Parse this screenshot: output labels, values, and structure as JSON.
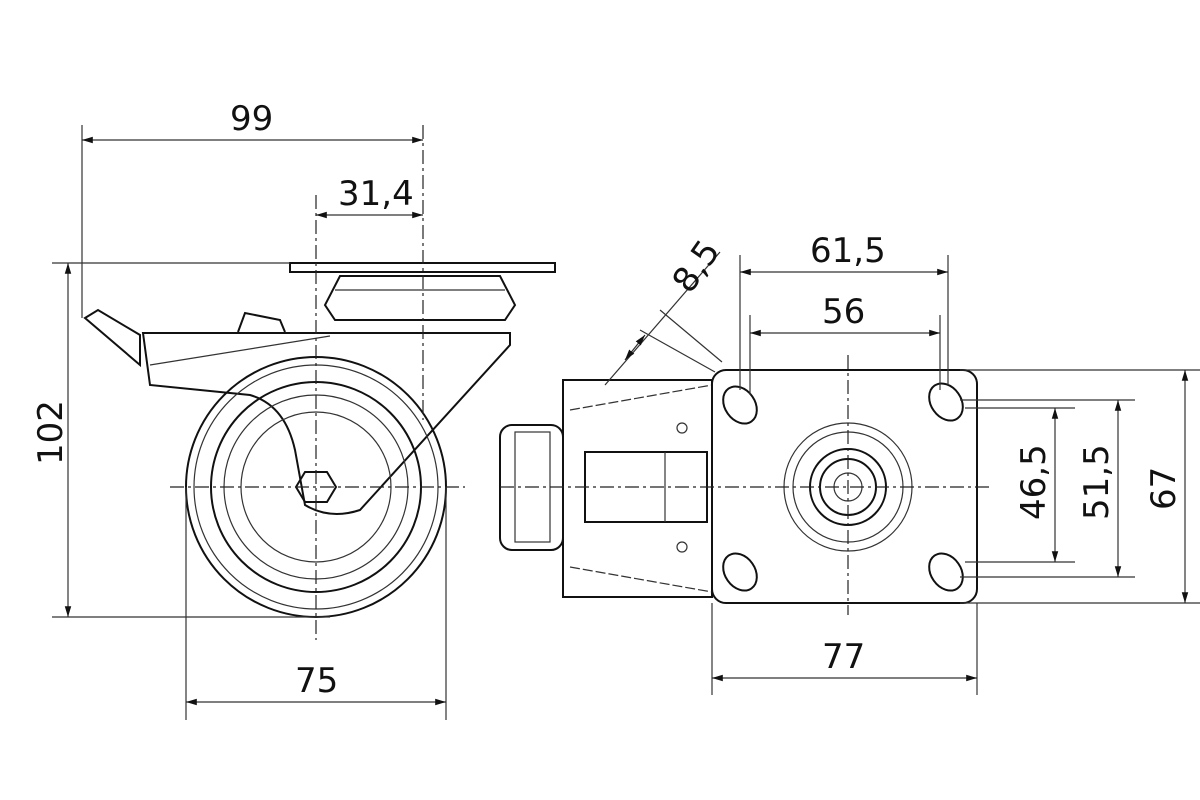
{
  "title": "Swivel castor with brake – dimension drawing",
  "side_view": {
    "dimensions": {
      "overall_length": "99",
      "offset": "31,4",
      "overall_height": "102",
      "wheel_diameter": "75"
    }
  },
  "top_view": {
    "dimensions": {
      "hole_diameter": "8,5",
      "hole_spacing_outer_x": "61,5",
      "hole_spacing_x": "56",
      "hole_spacing_y": "46,5",
      "hole_spacing_outer_y": "51,5",
      "plate_width": "67",
      "plate_length": "77"
    }
  },
  "colors": {
    "line": "#111111",
    "background": "#ffffff"
  }
}
